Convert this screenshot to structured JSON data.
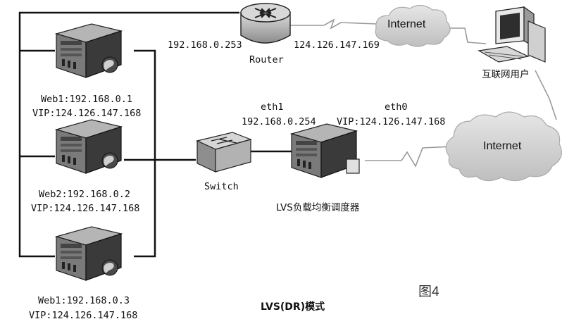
{
  "router": {
    "label": "Router",
    "ip_left": "192.168.0.253",
    "ip_right": "124.126.147.169"
  },
  "internet_top": {
    "label": "Internet"
  },
  "internet_bottom": {
    "label": "Internet"
  },
  "client": {
    "label": "互联网用户"
  },
  "web1": {
    "ip": "Web1:192.168.0.1",
    "vip": "VIP:124.126.147.168"
  },
  "web2": {
    "ip": "Web2:192.168.0.2",
    "vip": "VIP:124.126.147.168"
  },
  "web3": {
    "ip": "Web1:192.168.0.3",
    "vip": "VIP:124.126.147.168"
  },
  "switch": {
    "label": "Switch"
  },
  "lvs": {
    "eth1_label": "eth1",
    "eth1_ip": "192.168.0.254",
    "eth0_label": "eth0",
    "eth0_ip": "VIP:124.126.147.168",
    "name": "LVS负载均衡调度器"
  },
  "figure": {
    "number": "图4",
    "caption": "LVS(DR)模式"
  }
}
